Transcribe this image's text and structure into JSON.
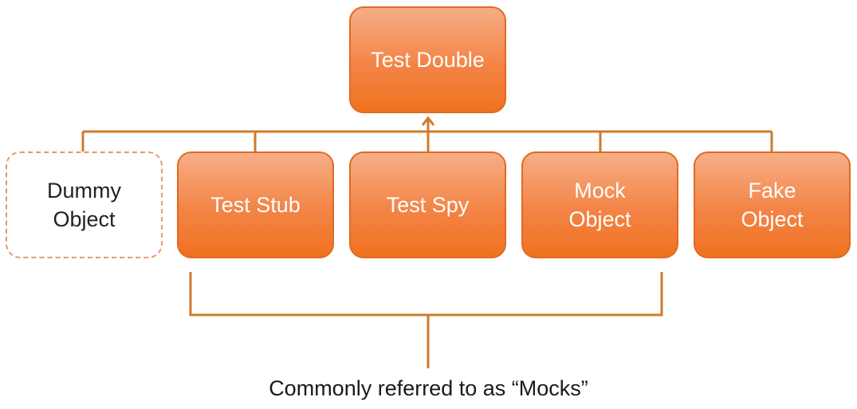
{
  "diagram": {
    "root": {
      "label": "Test Double"
    },
    "children": [
      {
        "label": "Dummy\nObject",
        "style": "dashed"
      },
      {
        "label": "Test Stub",
        "style": "filled"
      },
      {
        "label": "Test Spy",
        "style": "filled"
      },
      {
        "label": "Mock\nObject",
        "style": "filled"
      },
      {
        "label": "Fake\nObject",
        "style": "filled"
      }
    ],
    "bracket_caption": "Commonly referred to as “Mocks”"
  },
  "colors": {
    "box_fill_top": "#f6ae86",
    "box_fill_bottom": "#f0721f",
    "connector": "#d0792e",
    "dashed_border": "#e49a70"
  }
}
